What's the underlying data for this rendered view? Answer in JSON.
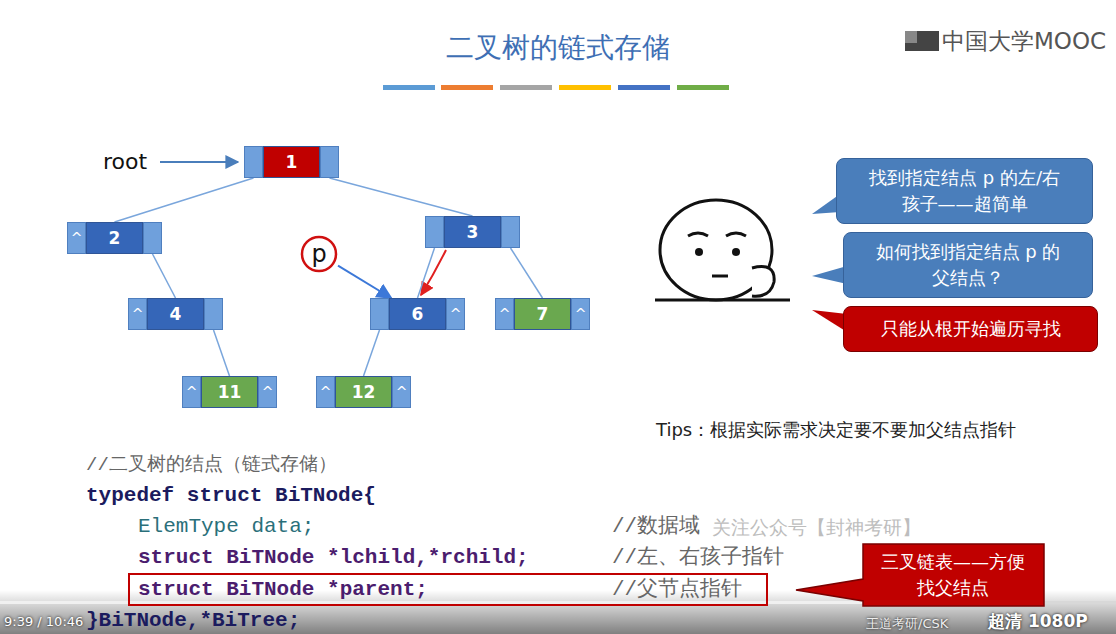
{
  "diagram": {
    "title": "二叉树的链式存储",
    "nodes": [
      {
        "text": [
          "1"
        ]
      },
      {
        "text": [
          "^",
          "2"
        ]
      },
      {
        "text": [
          "3"
        ]
      },
      {
        "text": [
          "p"
        ]
      },
      {
        "text": [
          "^",
          "4"
        ]
      },
      {
        "text": [
          "6",
          "^"
        ]
      },
      {
        "text": [
          "^",
          "7",
          "^"
        ]
      },
      {
        "text": [
          "^",
          "11",
          "^"
        ]
      },
      {
        "text": [
          "^",
          "12",
          "^"
        ]
      },
      {
        "text": [
          "找到指定结点 p 的左/右 孩子——超简单"
        ]
      },
      {
        "text": [
          "如何找到指定结点 p 的 父结点？"
        ]
      },
      {
        "text": [
          "只能从根开始遍历寻找"
        ]
      },
      {
        "text": [
          "struct BiTNode *parent;",
          "//父节点指针"
        ]
      },
      {
        "text": [
          "三叉链表——方便 找父结点"
        ]
      }
    ],
    "edges": [
      {
        "from": 0,
        "to": 1,
        "arrow": "none"
      },
      {
        "from": 0,
        "to": 2,
        "arrow": "none"
      },
      {
        "from": 1,
        "to": 4,
        "arrow": "none"
      },
      {
        "from": 4,
        "to": 7,
        "arrow": "none"
      },
      {
        "from": 2,
        "to": 5,
        "arrow": "none"
      },
      {
        "from": 2,
        "to": 6,
        "arrow": "none"
      },
      {
        "from": 5,
        "to": 8,
        "arrow": "none"
      },
      {
        "from": 3,
        "to": 5,
        "arrow": "to"
      }
    ],
    "labels": [
      "中国大学MOOC",
      "root",
      "Tips：根据实际需求决定要不要加父结点指针",
      "//二叉树的结点（链式存储）",
      "typedef struct BiTNode{",
      "ElemType data;",
      "//数据域",
      "struct BiTNode *lchild,*rchild;",
      "//左、右孩子指针",
      "}BiTNode,*BiTree;",
      "关注公众号【封神考研】",
      "9:39 / 10:46",
      "超清 1080P",
      "王道考研/CSK"
    ]
  }
}
